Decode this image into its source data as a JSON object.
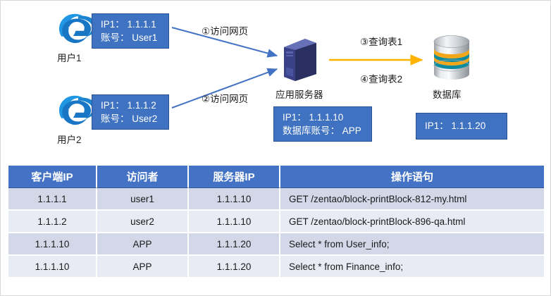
{
  "diagram": {
    "clients": [
      {
        "icon": "internet-explorer-icon",
        "caption": "用户1",
        "box_line1": "IP1： 1.1.1.1",
        "box_line2": "账号： User1"
      },
      {
        "icon": "internet-explorer-icon",
        "caption": "用户2",
        "box_line1": "IP1： 1.1.1.2",
        "box_line2": "账号： User2"
      }
    ],
    "app_server": {
      "icon": "server-tower-icon",
      "caption": "应用服务器",
      "box_line1": "IP1： 1.1.1.10",
      "box_line2": "数据库账号： APP"
    },
    "database": {
      "icon": "database-cylinder-icon",
      "caption": "数据库",
      "box_line1": "IP1： 1.1.1.20"
    },
    "flows": [
      {
        "id": "flow-1",
        "label": "①访问网页",
        "color": "#4472C4"
      },
      {
        "id": "flow-2",
        "label": "②访问网页",
        "color": "#4472C4"
      },
      {
        "id": "flow-3",
        "label": "③查询表1",
        "color": "#FFB300"
      },
      {
        "id": "flow-4",
        "label": "④查询表2",
        "color": "#FFB300"
      }
    ]
  },
  "table": {
    "headers": [
      "客户端IP",
      "访问者",
      "服务器IP",
      "操作语句"
    ],
    "rows": [
      [
        "1.1.1.1",
        "user1",
        "1.1.1.10",
        "GET  /zentao/block-printBlock-812-my.html"
      ],
      [
        "1.1.1.2",
        "user2",
        "1.1.1.10",
        "GET  /zentao/block-printBlock-896-qa.html"
      ],
      [
        "1.1.1.10",
        "APP",
        "1.1.1.20",
        "Select  *  from  User_info;"
      ],
      [
        "1.1.1.10",
        "APP",
        "1.1.1.20",
        "Select  *  from  Finance_info;"
      ]
    ]
  },
  "colors": {
    "header_blue": "#4472C4",
    "box_blue": "#3F72C1",
    "row_odd": "#D3D8E8",
    "row_even": "#E8EBF4",
    "arrow_blue": "#4472C4",
    "arrow_orange": "#FFB300"
  }
}
